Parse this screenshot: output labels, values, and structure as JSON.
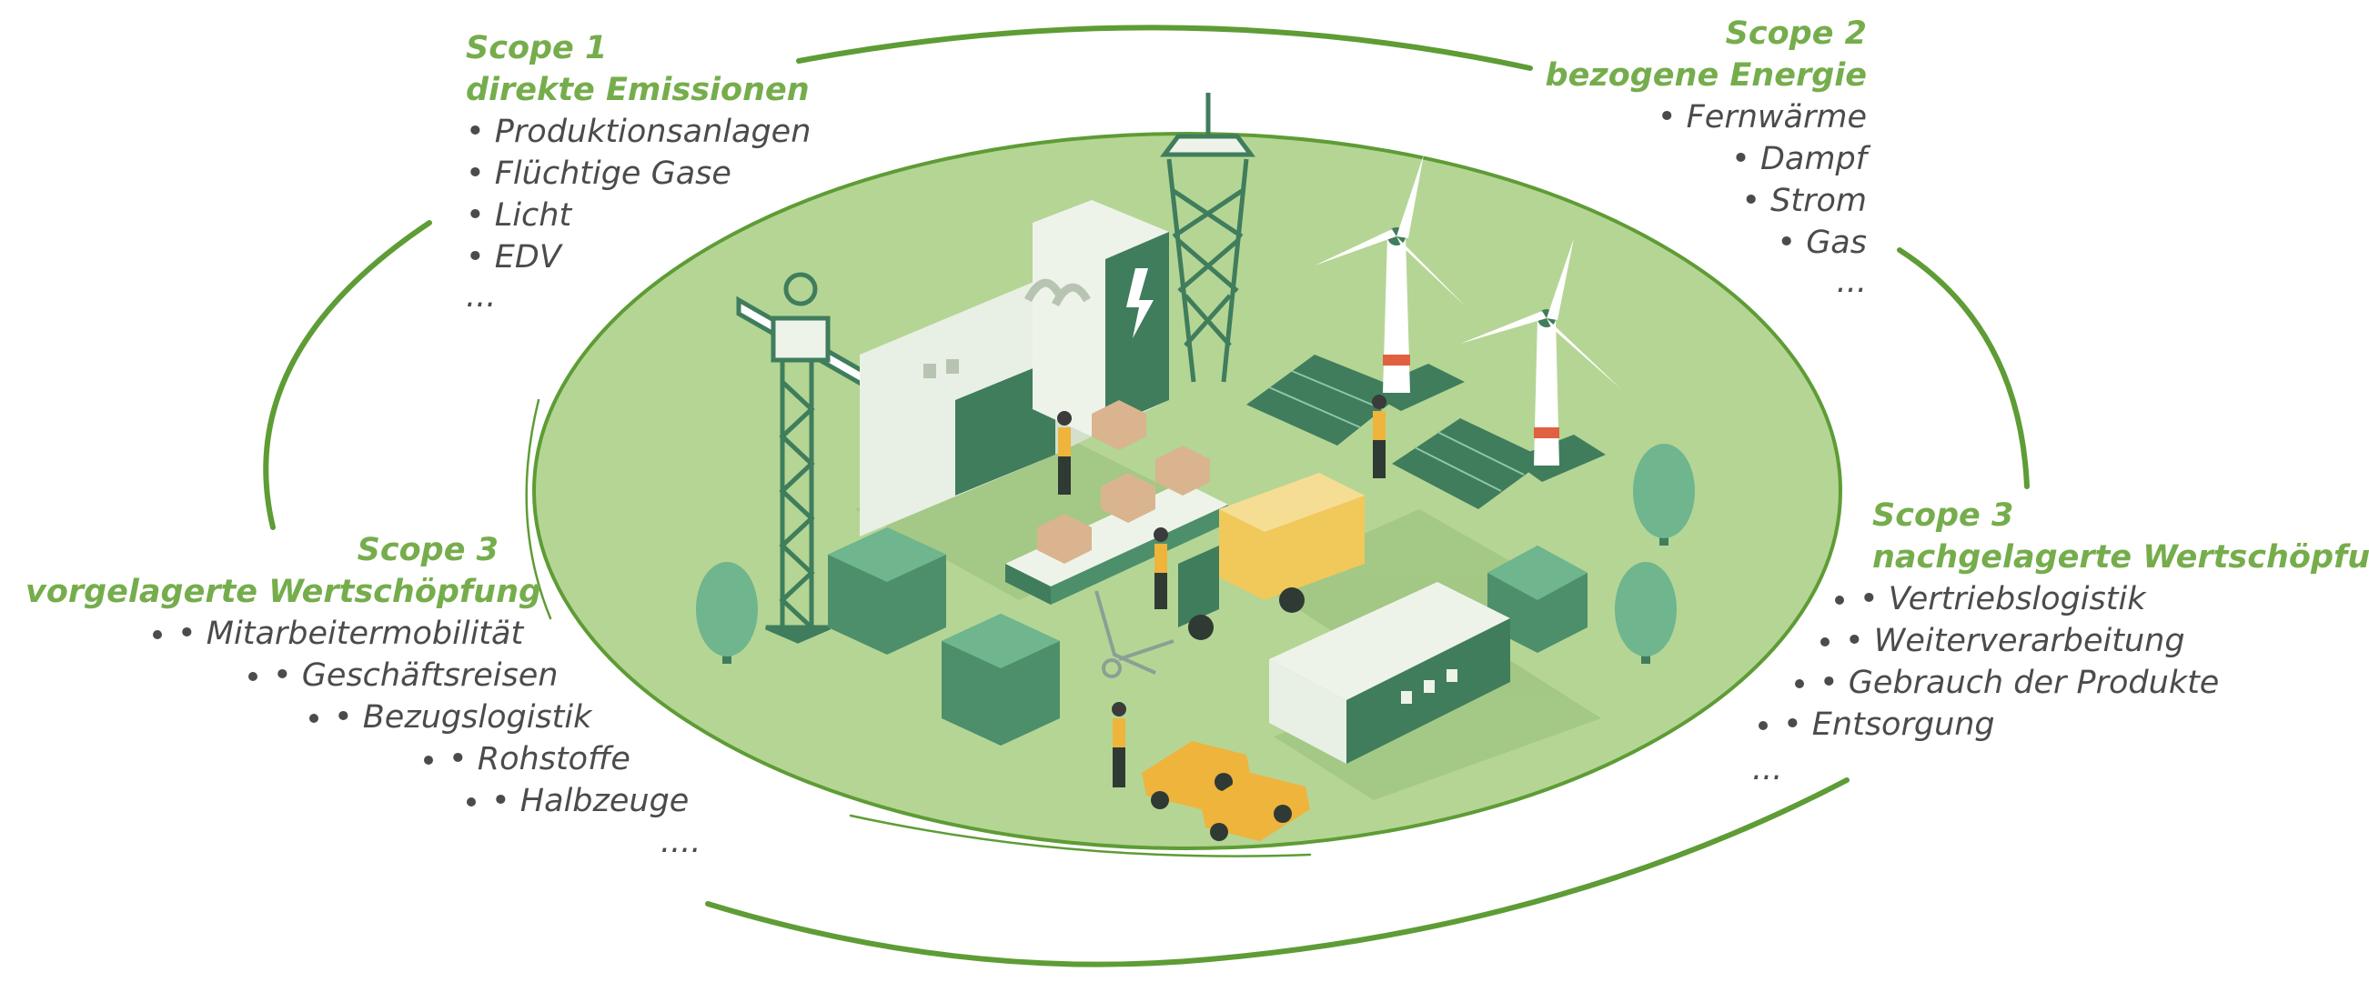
{
  "scopes": {
    "scope1": {
      "title": "Scope 1",
      "subtitle": "direkte Emissionen",
      "items": [
        "Produktionsanlagen",
        "Flüchtige Gase",
        "Licht",
        "EDV"
      ],
      "more": "..."
    },
    "scope2": {
      "title": "Scope 2",
      "subtitle": "bezogene Energie",
      "items": [
        "Fernwärme",
        "Dampf",
        "Strom",
        "Gas"
      ],
      "more": "..."
    },
    "scope3_up": {
      "title": "Scope 3",
      "subtitle": "vorgelagerte Wertschöpfung",
      "items": [
        "Mitarbeitermobilität",
        "Geschäftsreisen",
        "Bezugslogistik",
        "Rohstoffe",
        "Halbzeuge"
      ],
      "more": "...."
    },
    "scope3_down": {
      "title": "Scope 3",
      "subtitle": "nachgelagerte Wertschöpfung",
      "items": [
        "Vertriebslogistik",
        "Weiterverarbeitung",
        "Gebrauch der Produkte",
        "Entsorgung"
      ],
      "more": "..."
    }
  },
  "bullet": "•",
  "colors": {
    "accent_green": "#76ad4c",
    "ring_green": "#5e9c35",
    "field_green": "#b5d595",
    "dark_green": "#3f7d5c",
    "mid_green": "#4d8f6b",
    "text_gray": "#4b4b4b",
    "truck_yellow": "#f1c85a",
    "taxi_yellow": "#efb43c",
    "tree_green": "#6fb58e"
  }
}
